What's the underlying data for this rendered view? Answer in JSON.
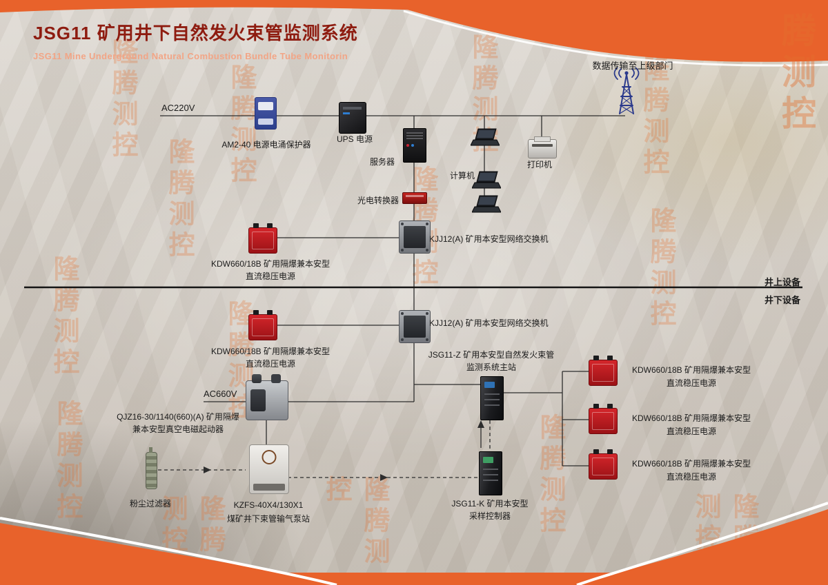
{
  "header": {
    "title": "JSG11 矿用井下自然发火束管监测系统",
    "subtitle": "JSG11 Mine Underground Natural Combustion Bundle Tube Monitorin"
  },
  "watermark": {
    "text": "隆腾测控",
    "text_long": "隆腾测控隆腾测控隆腾测控隆腾测控"
  },
  "sections": {
    "surface_label": "井上设备",
    "underground_label": "井下设备"
  },
  "nodes": {
    "ac220v": "AC220V",
    "surge_protector": "AM2-40 电源电涌保护器",
    "ups": "UPS 电源",
    "server": "服务器",
    "uplink": "数据传输至上级部门",
    "computer": "计算机",
    "printer": "打印机",
    "optical_converter": "光电转换器",
    "switch_surface": "KJJ12(A) 矿用本安型网络交换机",
    "switch_underground": "KJJ12(A) 矿用本安型网络交换机",
    "kdw_surface_line1": "KDW660/18B 矿用隔爆兼本安型",
    "kdw_surface_line2": "直流稳压电源",
    "kdw_underground_line1": "KDW660/18B 矿用隔爆兼本安型",
    "kdw_underground_line2": "直流稳压电源",
    "main_station_line1": "JSG11-Z 矿用本安型自然发火束管",
    "main_station_line2": "监测系统主站",
    "ac660v": "AC660V",
    "starter_line1": "QJZ16-30/1140(660)(A) 矿用隔爆",
    "starter_line2": "兼本安型真空电磁起动器",
    "dust_filter": "粉尘过滤器",
    "pump_line1": "KZFS-40X4/130X1",
    "pump_line2": "煤矿井下束管输气泵站",
    "sampler_line1": "JSG11-K 矿用本安型",
    "sampler_line2": "采样控制器",
    "kdw_right1_line1": "KDW660/18B 矿用隔爆兼本安型",
    "kdw_right1_line2": "直流稳压电源",
    "kdw_right2_line1": "KDW660/18B 矿用隔爆兼本安型",
    "kdw_right2_line2": "直流稳压电源",
    "kdw_right3_line1": "KDW660/18B 矿用隔爆兼本安型",
    "kdw_right3_line2": "直流稳压电源"
  },
  "colors": {
    "brand_orange": "#E8622B",
    "title_red": "#8E1C10",
    "subtitle_orange": "#F2A586",
    "device_red": "#C4161C",
    "wire": "#2D2D2D"
  }
}
